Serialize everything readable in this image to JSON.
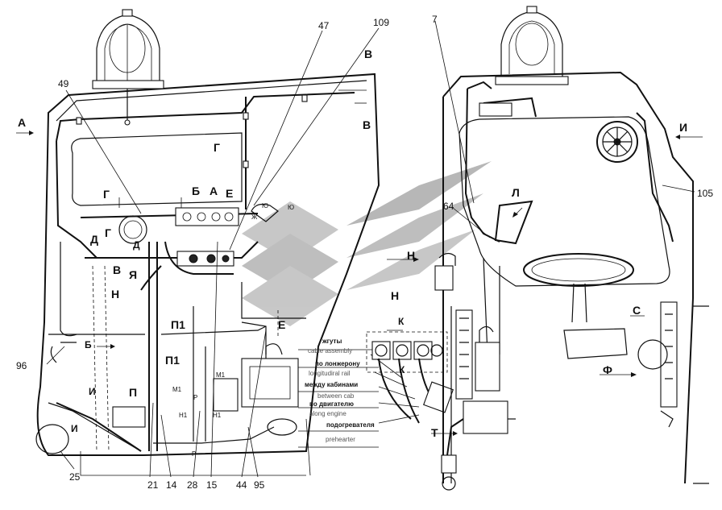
{
  "callouts": {
    "n7": "7",
    "n47": "47",
    "n109": "109",
    "n49": "49",
    "n64": "64",
    "n105": "105",
    "n96": "96",
    "n25": "25",
    "n21": "21",
    "n14": "14",
    "n28": "28",
    "n15": "15",
    "n44": "44",
    "n95": "95"
  },
  "view_labels": {
    "A": "А",
    "V_top": "В",
    "V_bot": "В",
    "G_win": "Г",
    "G_left": "Г",
    "G_mid": "Г",
    "B": "Б",
    "A_mid": "А",
    "E_mid": "Е",
    "D": "Д",
    "D_small": "Д",
    "V_mid": "В",
    "Ya": "Я",
    "N_left": "Н",
    "P1_a": "П1",
    "P1_b": "П1",
    "E_low": "Е",
    "P": "П",
    "I_left": "И",
    "I_small": "И",
    "B_small": "Б",
    "L": "Л",
    "I_right": "И",
    "N_right": "Н",
    "N_mid": "Н",
    "K_top": "К",
    "K_low": "К",
    "S": "С",
    "F": "Ф",
    "T": "Т",
    "Yu_a": "Ю",
    "Yu_b": "Ю",
    "Zh": "Ж",
    "M1_a": "М1",
    "M1_b": "М1",
    "R_a": "Р",
    "R_b": "Р",
    "N1_a": "Н1",
    "N1_b": "Н1"
  },
  "legend": {
    "harness_ru": "жгуты",
    "harness_en": "cable assembly",
    "rail_ru": "по лонжерону",
    "rail_en": "longitudiral rail",
    "cab_ru": "между кабинами",
    "cab_en": "between cab",
    "engine_ru": "по двигателю",
    "engine_en": "along engine",
    "heater_ru": "подогревателя",
    "heater_en": "prehearter"
  },
  "colors": {
    "line": "#111111",
    "watermark": "#9a9a9a",
    "watermark_dark": "#6e6e6e"
  }
}
